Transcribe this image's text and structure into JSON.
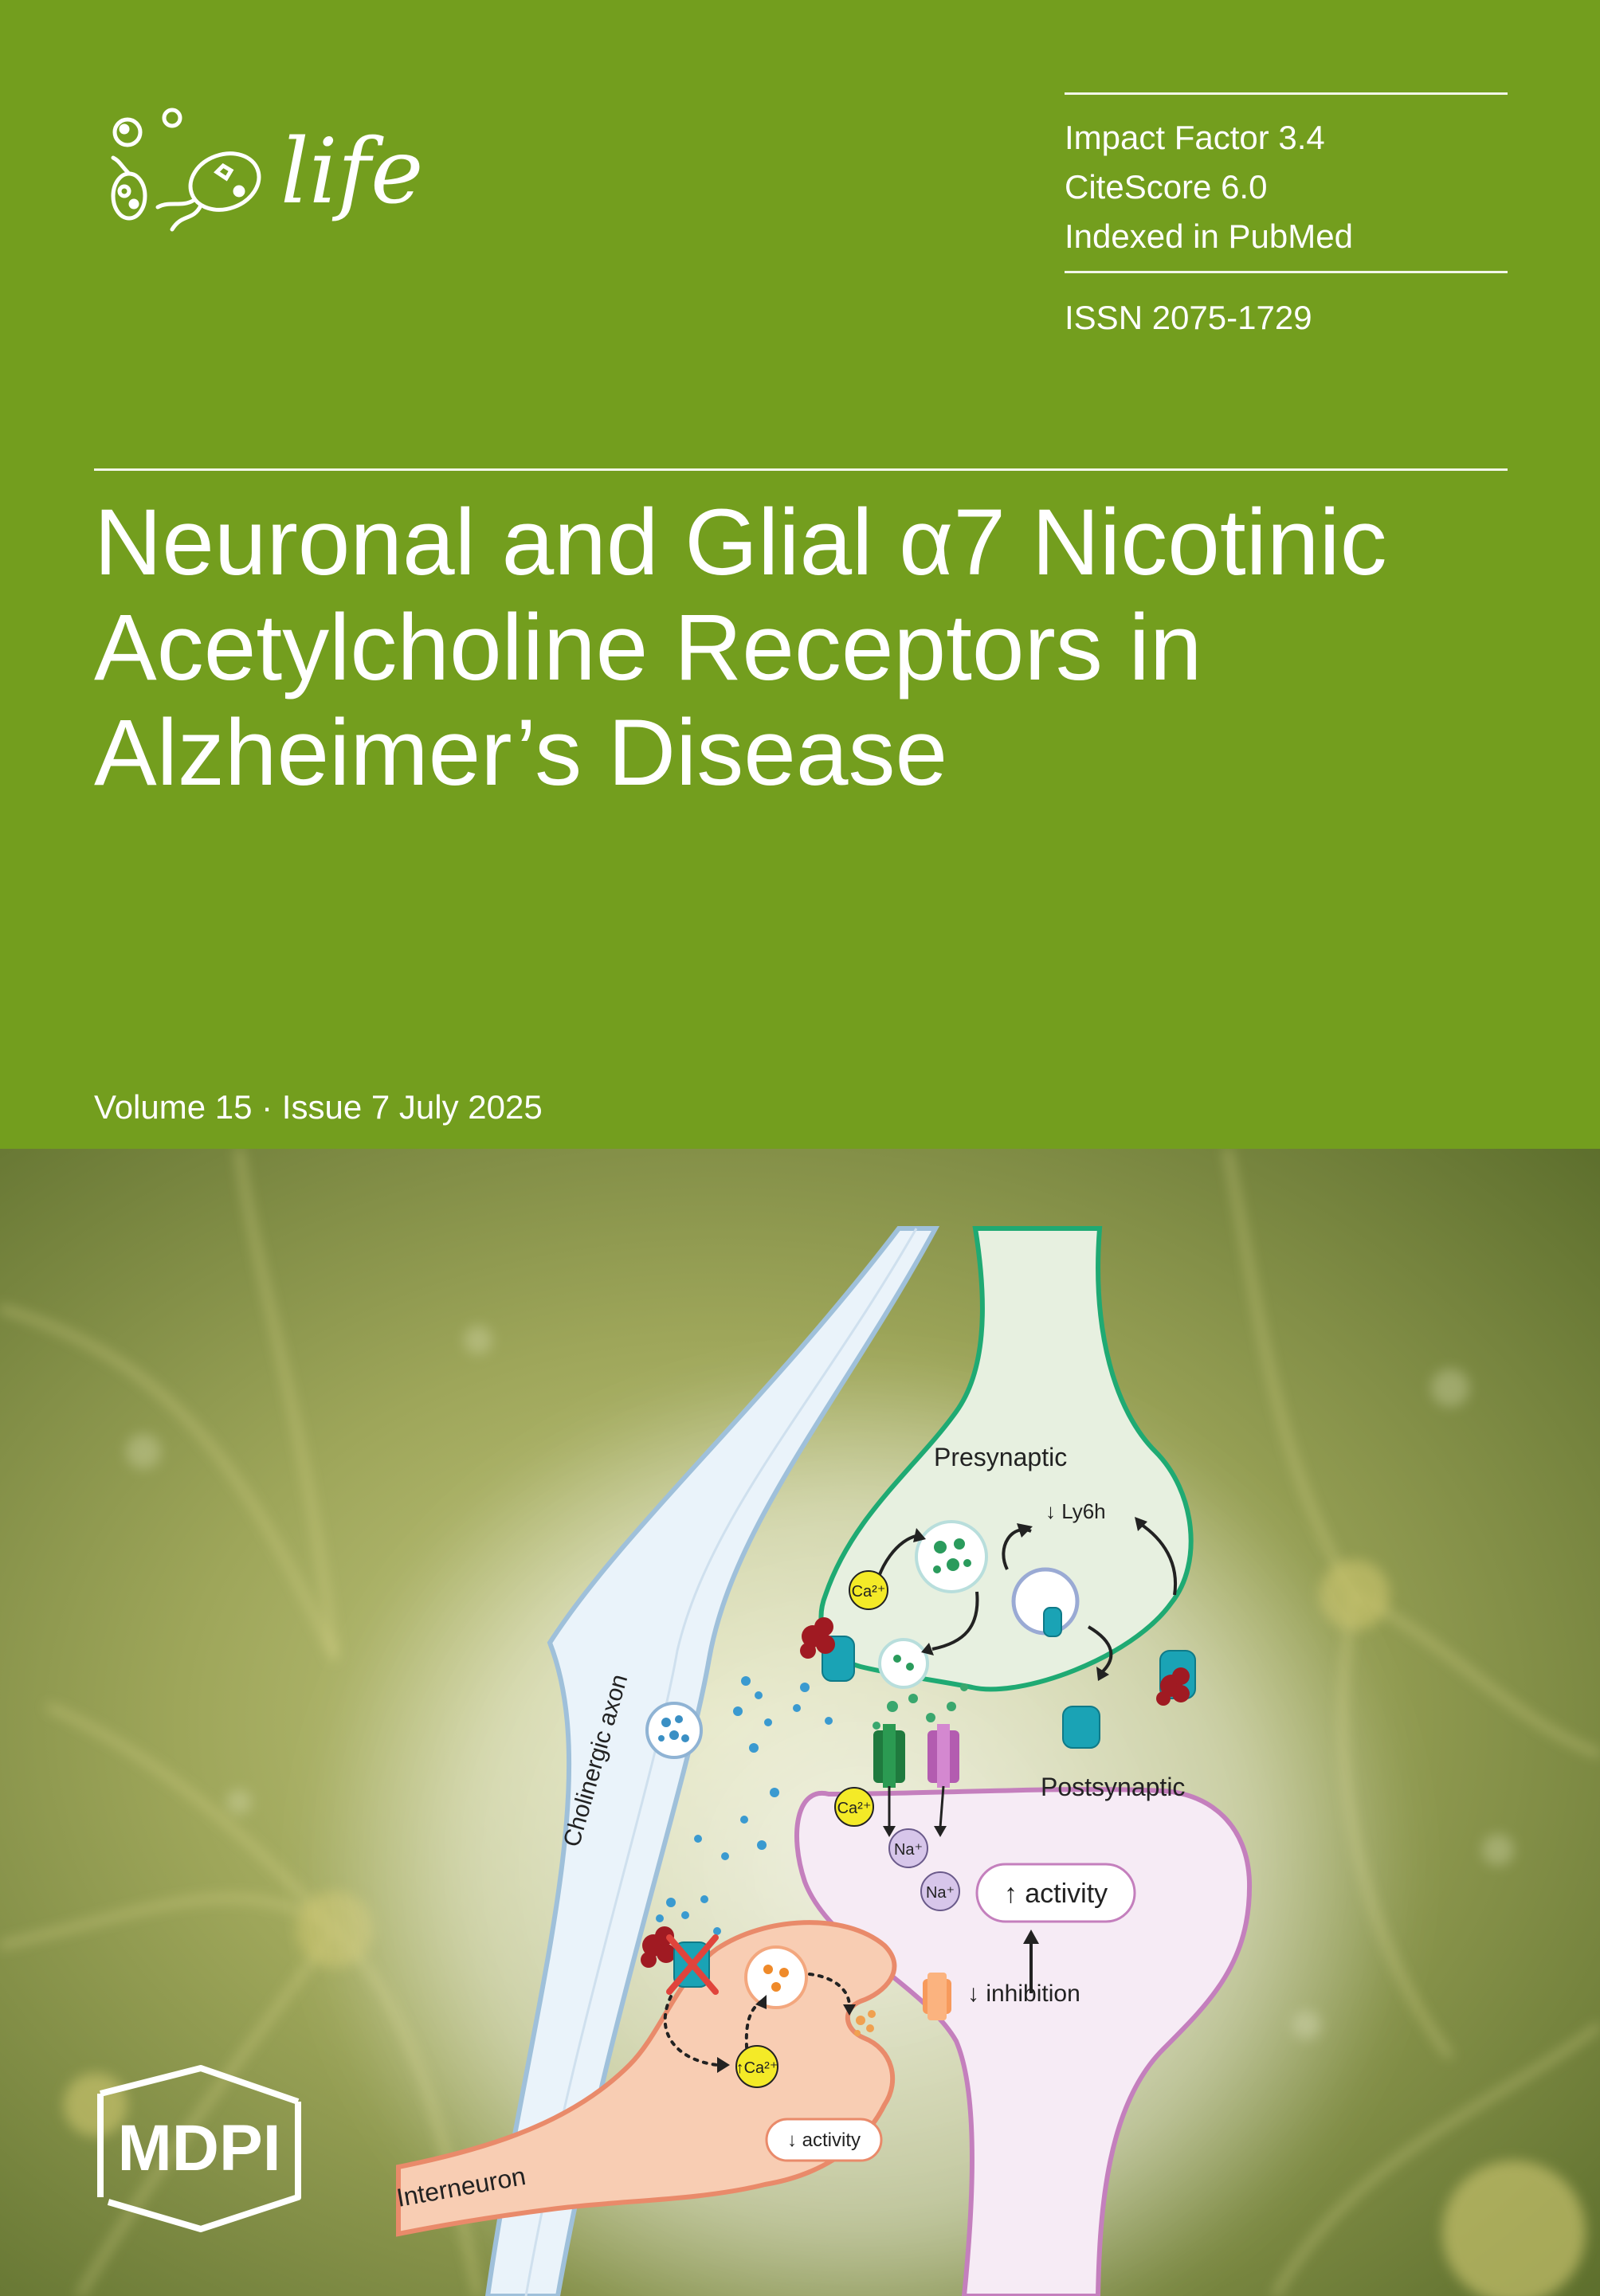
{
  "journal": {
    "name": "life",
    "logo_icon": "microorganism-icon",
    "impact_factor": "Impact Factor 3.4",
    "citescore": "CiteScore 6.0",
    "indexed": "Indexed in PubMed",
    "issn": "ISSN 2075-1729"
  },
  "article": {
    "title_lines": [
      "Neuronal and Glial α7 Nicotinic",
      "Acetylcholine Receptors in",
      "Alzheimer’s Disease"
    ]
  },
  "issue": {
    "volume_line": "Volume 15 · Issue 7 July 2025"
  },
  "figure": {
    "presynaptic": "Presynaptic",
    "postsynaptic": "Postsynaptic",
    "cholinergic_axon": "Cholinergic axon",
    "interneuron": "Interneuron",
    "ly6h": "↓ Ly6h",
    "ca": "Ca²⁺",
    "ca_up": "↑Ca²⁺",
    "na": "Na⁺",
    "activity_up": "↑ activity",
    "activity_down": "↓ activity",
    "inhibition_down": "↓ inhibition"
  },
  "publisher": {
    "name": "MDPI",
    "logo_icon": "hexagon-logo-icon"
  },
  "colors": {
    "brand_green": "#739e1e",
    "presynaptic_fill": "#e7f0e0",
    "presynaptic_stroke": "#1faa73",
    "postsynaptic_fill": "#f6ebf5",
    "postsynaptic_stroke": "#c47fbd",
    "interneuron_fill": "#f8cdb3",
    "interneuron_stroke": "#e98a6a",
    "receptor_teal": "#1aa3b5"
  }
}
